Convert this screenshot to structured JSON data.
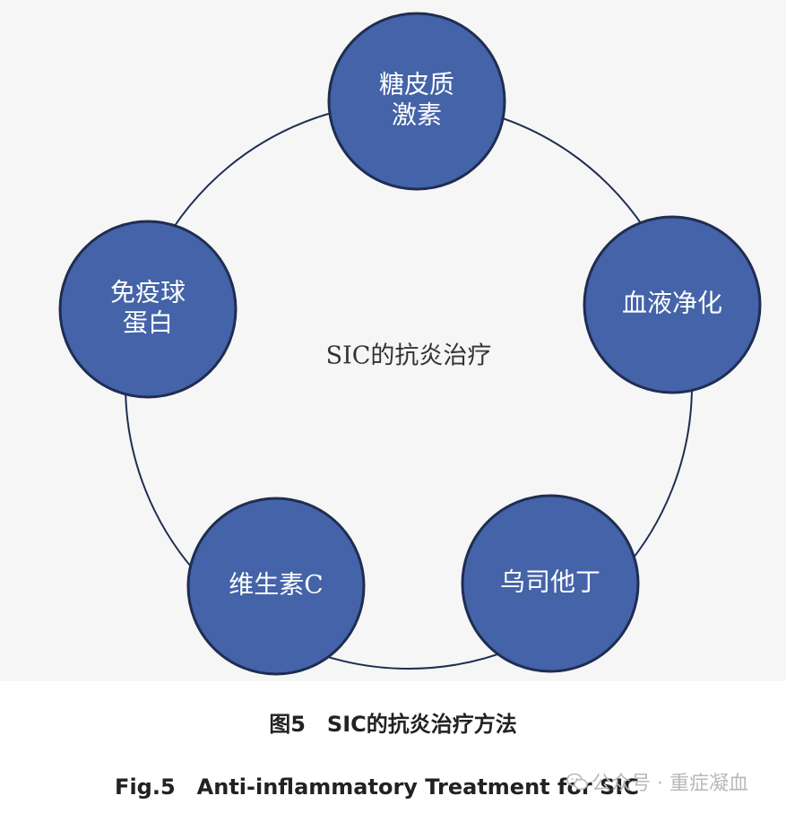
{
  "diagram": {
    "center_label": "SIC的抗炎治疗",
    "node_color": "#4463a8",
    "node_border": "#1f2d52",
    "ring_color": "#1f2d52",
    "nodes": [
      {
        "lines": [
          "糖皮质",
          "激素"
        ]
      },
      {
        "lines": [
          "血液净化"
        ]
      },
      {
        "lines": [
          "乌司他丁"
        ]
      },
      {
        "lines": [
          "维生素C"
        ]
      },
      {
        "lines": [
          "免疫球",
          "蛋白"
        ]
      }
    ]
  },
  "caption": {
    "cn": "图5　SIC的抗炎治疗方法",
    "en": "Fig.5　Anti-inflammatory Treatment for SIC"
  },
  "watermark": {
    "icon": "wechat-icon",
    "text": "公众号 · 重症凝血"
  }
}
